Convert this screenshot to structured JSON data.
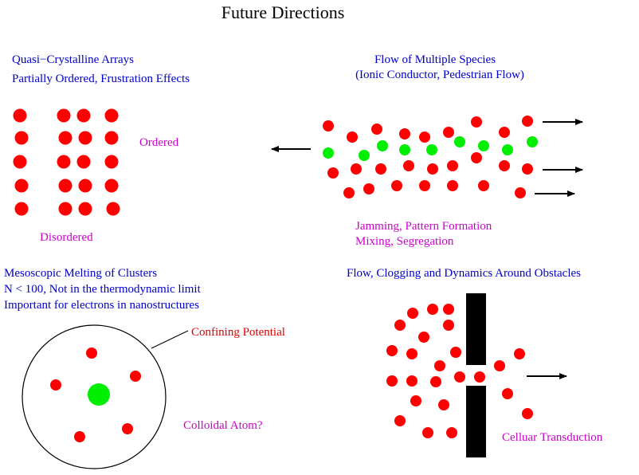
{
  "title": "Future Directions",
  "colors": {
    "heading": "#0000cc",
    "label": "#cc00cc",
    "confining": "#dd0000",
    "particle_red": "#ff0000",
    "particle_green": "#00ee00",
    "ink": "#000000"
  },
  "sections": {
    "quasi": {
      "heading_line1": "Quasi−Crystalline Arrays",
      "heading_line2": "Partially Ordered, Frustration Effects",
      "label_ordered": "Ordered",
      "label_disordered": "Disordered"
    },
    "flow": {
      "heading_line1": "Flow of Multiple Species",
      "heading_line2": "(Ionic Conductor, Pedestrian Flow)",
      "label_line1": "Jamming, Pattern Formation",
      "label_line2": "Mixing, Segregation"
    },
    "melting": {
      "heading_line1": "Mesoscopic Melting of Clusters",
      "heading_line2": "N < 100, Not in the thermodynamic limit",
      "heading_line3": "Important for electrons in nanostructures",
      "label_confining": "Confining Potential",
      "label_atom": "Colloidal Atom?"
    },
    "obstacles": {
      "heading": "Flow, Clogging and Dynamics Around Obstacles",
      "label": "Celluar Transduction"
    }
  }
}
